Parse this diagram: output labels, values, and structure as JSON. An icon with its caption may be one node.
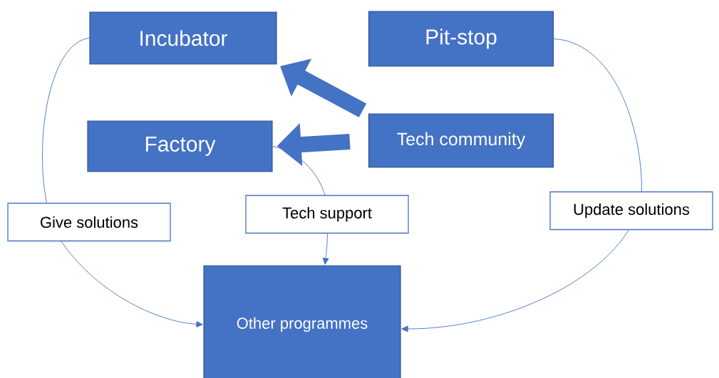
{
  "diagram": {
    "nodes": [
      {
        "text": [
          "Incubator"
        ]
      },
      {
        "text": [
          "Pit-stop"
        ]
      },
      {
        "text": [
          "Tech community"
        ]
      },
      {
        "text": [
          "Factory"
        ]
      },
      {
        "text": [
          "Other programmes"
        ]
      }
    ],
    "edges": [
      {
        "from": 2,
        "to": 0,
        "arrow": "to",
        "style": "thick"
      },
      {
        "from": 2,
        "to": 3,
        "arrow": "to",
        "style": "thick"
      },
      {
        "from": 0,
        "to": 4,
        "arrow": "to",
        "label": "Give solutions"
      },
      {
        "from": 3,
        "to": 4,
        "arrow": "to",
        "label": "Tech support"
      },
      {
        "from": 1,
        "to": 4,
        "arrow": "to",
        "label": "Update solutions"
      }
    ]
  }
}
